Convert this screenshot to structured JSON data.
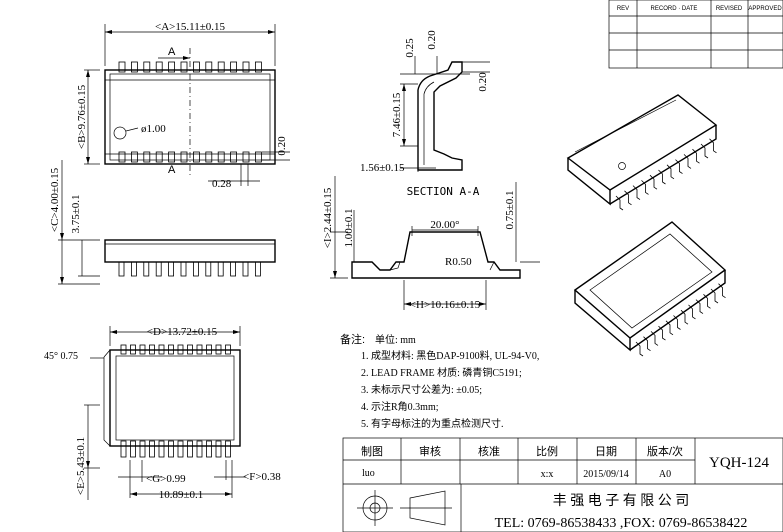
{
  "revision_block": {
    "headers": [
      "REV",
      "RECORD · DATE",
      "REVISED",
      "APPROVED"
    ]
  },
  "top_view": {
    "dim_a": "<A>15.11±0.15",
    "dim_b": "<B>9.76±0.15",
    "section_mark_top": "A",
    "section_mark_bottom": "A",
    "hole": "ø1.00",
    "pin_width": "0.28",
    "pin_gap": "0.20"
  },
  "side_view": {
    "dim_c": "<C>4.00±0.15",
    "dim_total": "3.75±0.1"
  },
  "section_view": {
    "title": "SECTION A-A",
    "d1": "0.25",
    "d2": "0.20",
    "d3": "7.46±0.15",
    "d4": "0.20",
    "d5": "1.56±0.15"
  },
  "end_view": {
    "dim_i": "<I>2.44±0.15",
    "dim_j": "1.00±0.1",
    "angle": "20.00°",
    "radius": "R0.50",
    "dim_h": "<H>10.16±0.15",
    "dim_k": "0.75±0.1"
  },
  "bottom_view": {
    "dim_d": "<D>13.72±0.15",
    "chamfer": "45° 0.75",
    "dim_e": "<E>5.43±0.1",
    "dim_g": "<G>0.99",
    "dim_f": "<F>0.38",
    "dim_width": "10.89±0.1"
  },
  "notes": {
    "heading": "备注:",
    "unit": "单位: mm",
    "items": [
      "1. 成型材料: 黑色DAP-9100料, UL-94-V0,",
      "2. LEAD FRAME 材质: 磷青铜C5191;",
      "3. 未标示尺寸公差为: ±0.05;",
      "4. 示注R角0.3mm;",
      "5. 有字母标注的为重点检测尺寸."
    ]
  },
  "title_block": {
    "labels": [
      "制图",
      "审核",
      "核准",
      "比例",
      "日期",
      "版本/次"
    ],
    "values": [
      "luo",
      "",
      "",
      "x:x",
      "2015/09/14",
      "A0"
    ],
    "drawing_no": "YQH-124",
    "company": "丰 强 电 子 有 限 公 司",
    "contact": "TEL: 0769-86538433 ,FOX: 0769-86538422"
  }
}
